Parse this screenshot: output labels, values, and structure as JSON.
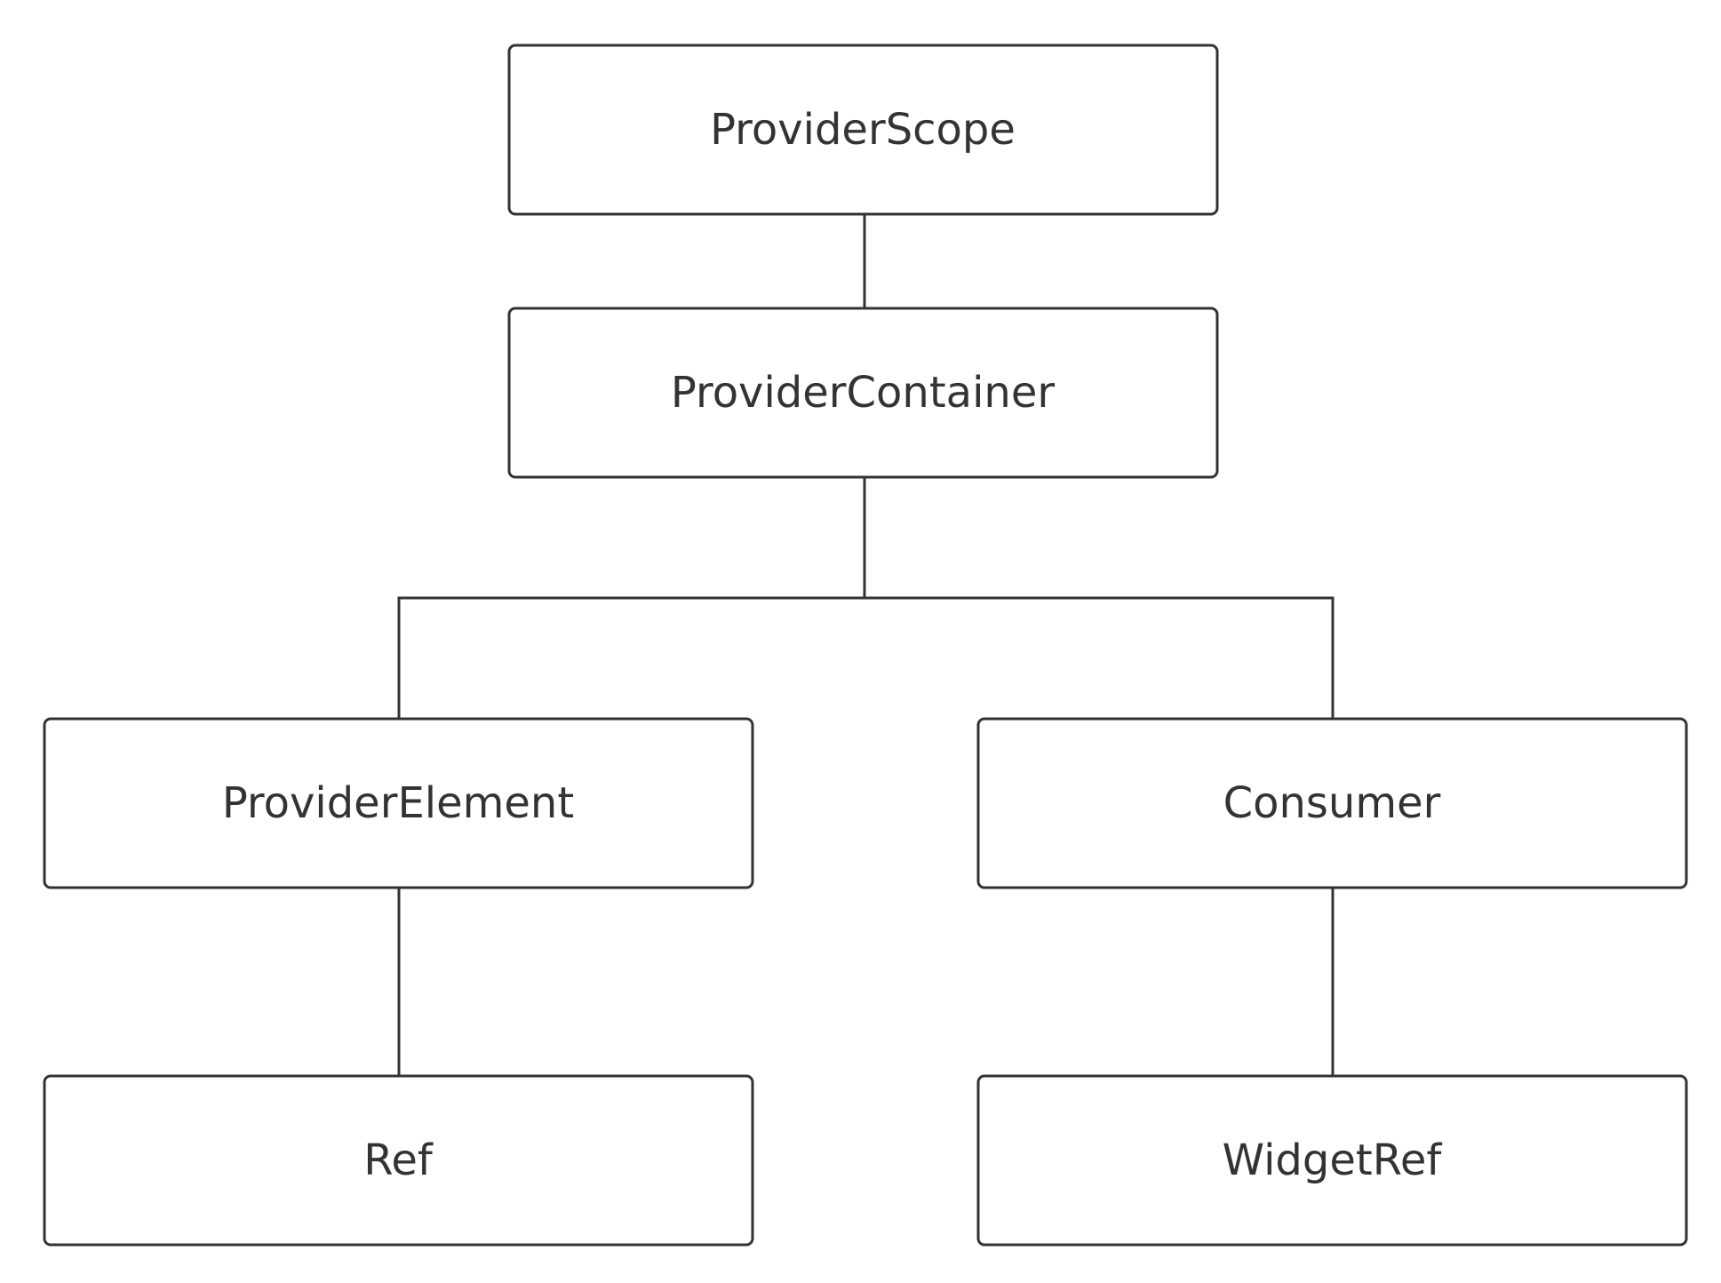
{
  "diagram": {
    "nodes": {
      "provider_scope": {
        "label": "ProviderScope"
      },
      "provider_container": {
        "label": "ProviderContainer"
      },
      "provider_element": {
        "label": "ProviderElement"
      },
      "consumer": {
        "label": "Consumer"
      },
      "ref": {
        "label": "Ref"
      },
      "widget_ref": {
        "label": "WidgetRef"
      }
    },
    "edges": [
      {
        "from": "provider_scope",
        "to": "provider_container"
      },
      {
        "from": "provider_container",
        "to": "provider_element"
      },
      {
        "from": "provider_container",
        "to": "consumer"
      },
      {
        "from": "provider_element",
        "to": "ref"
      },
      {
        "from": "consumer",
        "to": "widget_ref"
      }
    ],
    "colors": {
      "stroke": "#333333",
      "fill": "#ffffff",
      "text": "#333333"
    }
  }
}
